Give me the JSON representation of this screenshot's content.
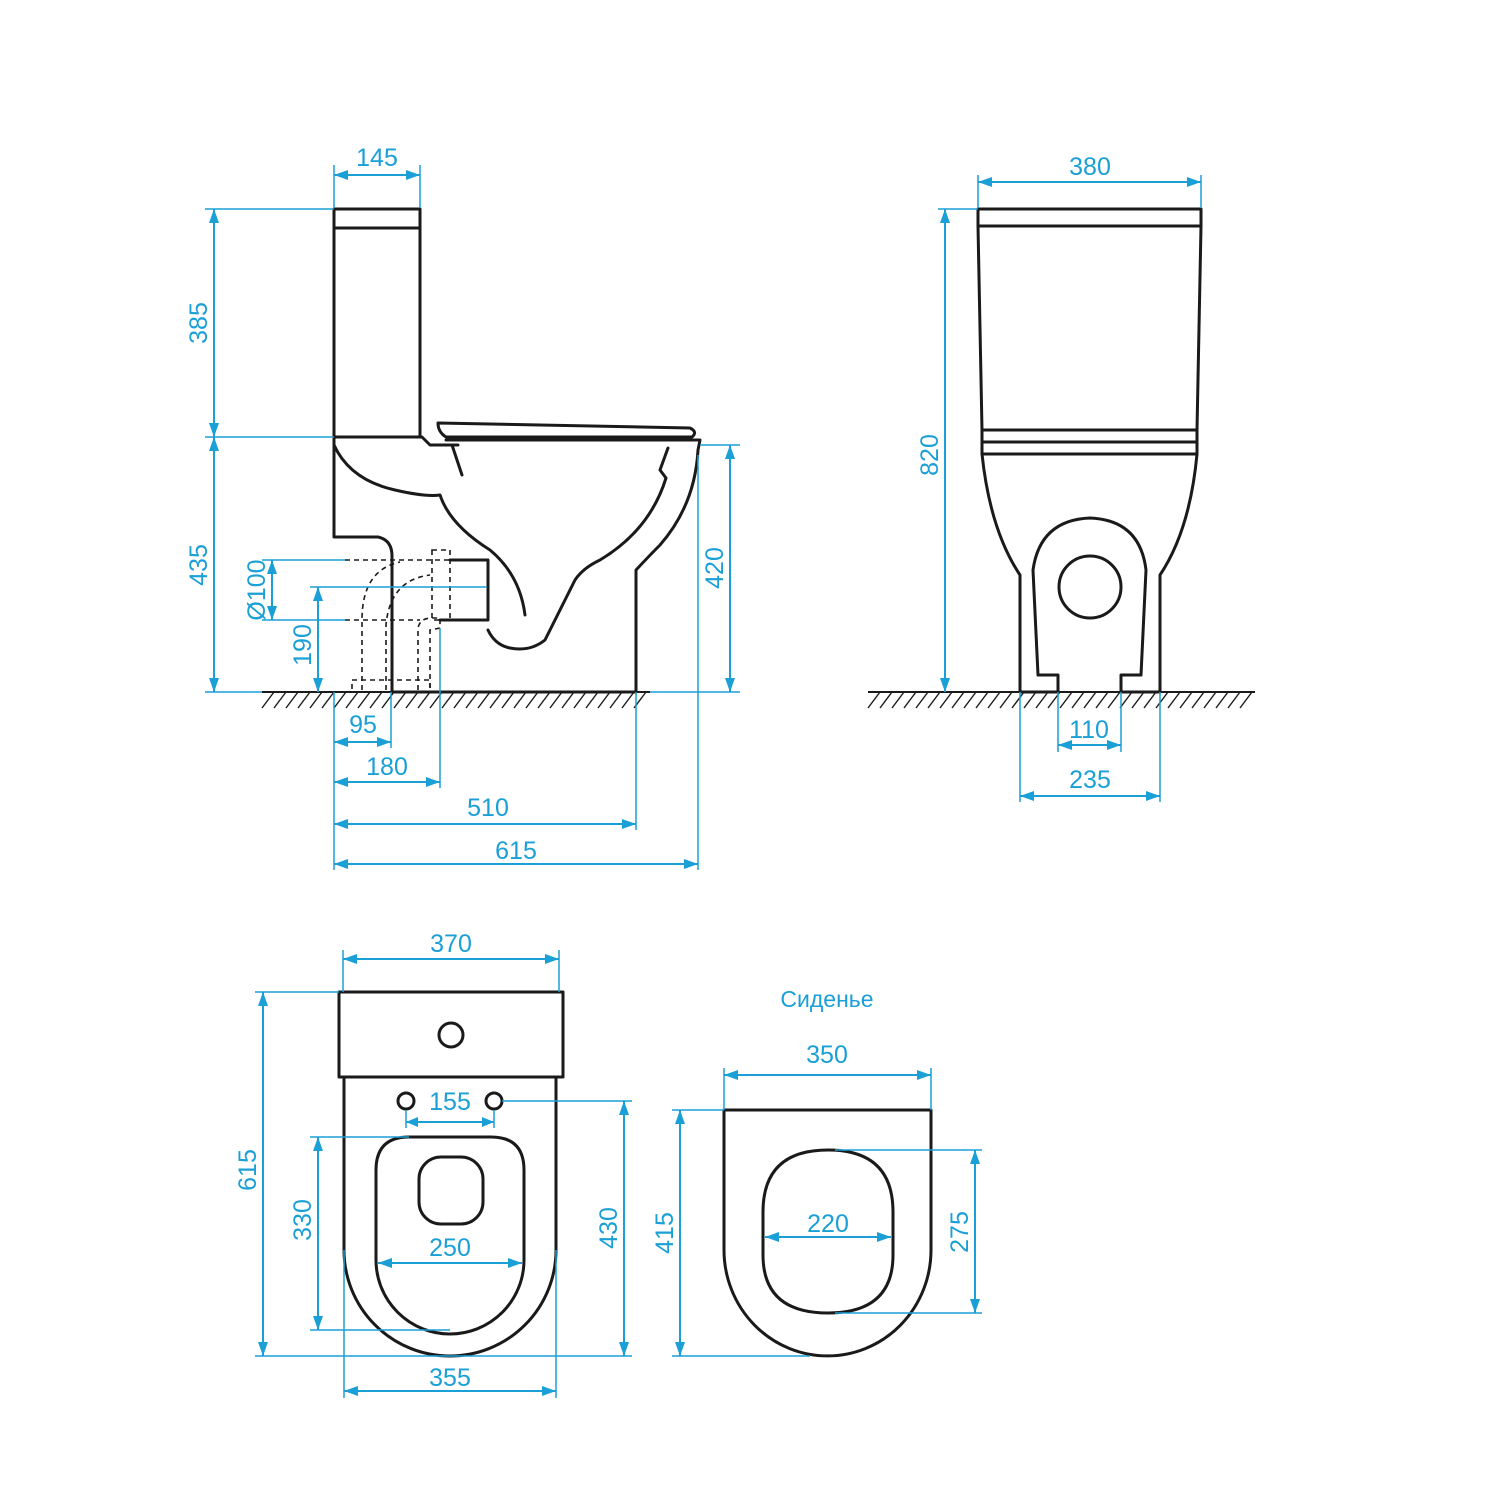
{
  "side_view": {
    "dims": {
      "tank_depth": "145",
      "tank_height": "385",
      "bowl_height": "435",
      "rim_height": "420",
      "outlet_diameter": "Ø100",
      "outlet_height": "190",
      "outlet_offset_near": "95",
      "outlet_offset_far": "180",
      "base_length": "510",
      "total_length": "615"
    }
  },
  "front_view": {
    "dims": {
      "width": "380",
      "total_height": "820",
      "foot_gap": "110",
      "foot_width": "235"
    }
  },
  "top_view": {
    "dims": {
      "tank_width": "370",
      "total_depth": "615",
      "seat_hole_spacing": "155",
      "bowl_opening_length": "330",
      "bowl_depth": "430",
      "bowl_opening_width": "250",
      "bowl_width": "355"
    }
  },
  "seat_view": {
    "title": "Сиденье",
    "dims": {
      "width": "350",
      "length": "415",
      "inner_width": "220",
      "inner_length": "275"
    }
  }
}
